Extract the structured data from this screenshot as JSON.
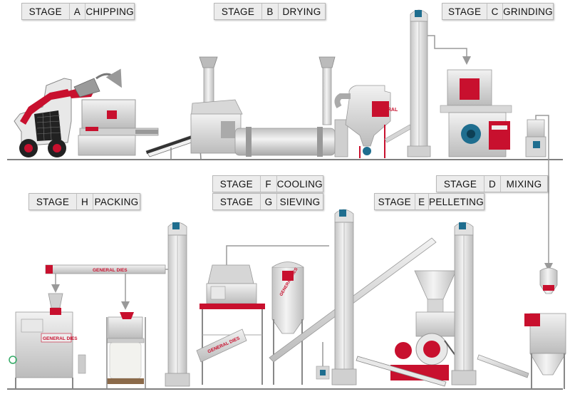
{
  "stages": [
    {
      "id": "A",
      "word": "STAGE",
      "letter": "A",
      "name": "CHIPPING"
    },
    {
      "id": "B",
      "word": "STAGE",
      "letter": "B",
      "name": "DRYING"
    },
    {
      "id": "C",
      "word": "STAGE",
      "letter": "C",
      "name": "GRINDING"
    },
    {
      "id": "D",
      "word": "STAGE",
      "letter": "D",
      "name": "MIXING"
    },
    {
      "id": "E",
      "word": "STAGE",
      "letter": "E",
      "name": "PELLETING"
    },
    {
      "id": "F",
      "word": "STAGE",
      "letter": "F",
      "name": "COOLING"
    },
    {
      "id": "G",
      "word": "STAGE",
      "letter": "G",
      "name": "SIEVING"
    },
    {
      "id": "H",
      "word": "STAGE",
      "letter": "H",
      "name": "PACKING"
    }
  ],
  "machine_labels": {
    "dryer_cyclone": "GENERAL",
    "cooler_silo": "GENERAL DIES",
    "packing_machine": "GENERAL DIES",
    "sieve_conveyor": "GENERAL DIES",
    "top_conveyor": "GENERAL DIES"
  },
  "colors": {
    "accent_red": "#c8102e",
    "machine_body": "#dcdcdc",
    "floor_line": "#555555",
    "motor_blue": "#1f6e8f"
  }
}
